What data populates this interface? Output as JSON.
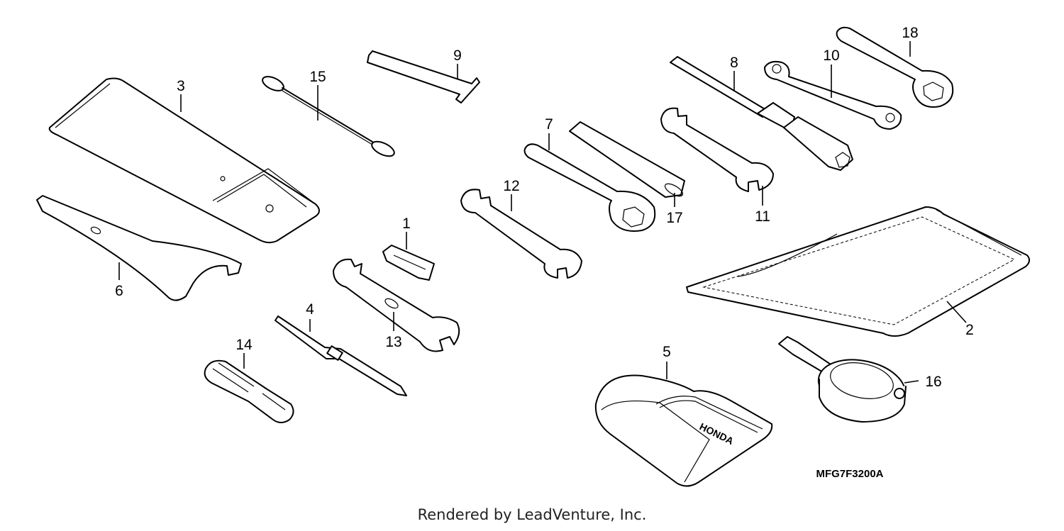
{
  "diagram": {
    "callouts": {
      "p1": "1",
      "p2": "2",
      "p3": "3",
      "p4": "4",
      "p5": "5",
      "p6": "6",
      "p7": "7",
      "p8": "8",
      "p9": "9",
      "p10": "10",
      "p11": "11",
      "p12": "12",
      "p13": "13",
      "p14": "14",
      "p15": "15",
      "p16": "16",
      "p17": "17",
      "p18": "18"
    },
    "code": "MFG7F3200A"
  },
  "footer": {
    "text": "Rendered by LeadVenture, Inc."
  }
}
